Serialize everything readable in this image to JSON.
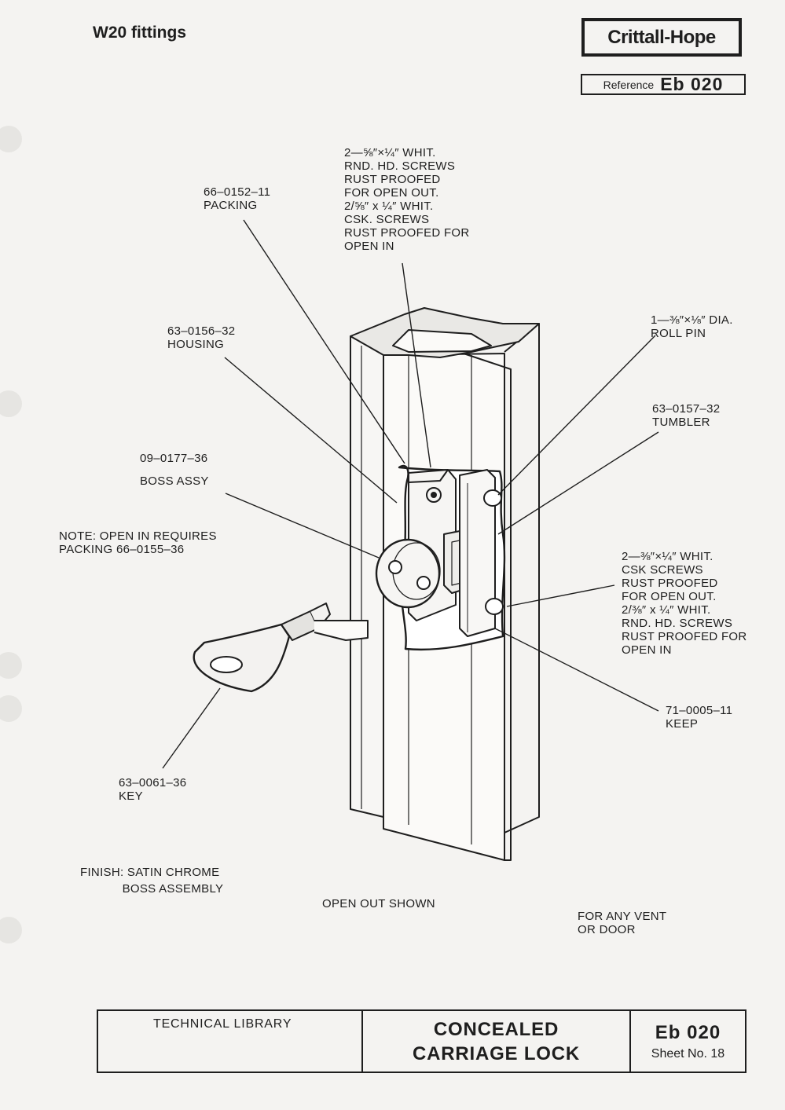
{
  "header": {
    "series_title": "W20 fittings",
    "brand": "Crittall-Hope",
    "reference_label": "Reference",
    "reference_code": "Eb 020"
  },
  "labels": {
    "screws_top": "2—⅝″×¼″ WHIT.\nRND. HD. SCREWS\nRUST PROOFED\nFOR OPEN OUT.\n2/⅝″ x ¼″ WHIT.\nCSK. SCREWS\nRUST PROOFED FOR\nOPEN IN",
    "packing": "66–0152–11\nPACKING",
    "roll_pin": "1—⅜″×⅛″ DIA.\nROLL PIN",
    "housing": "63–0156–32\nHOUSING",
    "tumbler": "63–0157–32\nTUMBLER",
    "boss_code": "09–0177–36",
    "boss_name": "BOSS ASSY",
    "note": "NOTE: OPEN IN REQUIRES\nPACKING 66–0155–36",
    "screws_right": "2—⅜″×¼″ WHIT.\nCSK SCREWS\nRUST PROOFED\nFOR OPEN OUT.\n2/⅜″ x ¼″ WHIT.\nRND. HD. SCREWS\nRUST PROOFED FOR\nOPEN IN",
    "keep": "71–0005–11\nKEEP",
    "key": "63–0061–36\nKEY",
    "finish": "FINISH: SATIN CHROME\n            BOSS ASSEMBLY",
    "open_out": "OPEN OUT SHOWN",
    "any_vent": "FOR ANY VENT\nOR DOOR"
  },
  "footer": {
    "library": "TECHNICAL LIBRARY",
    "title_line1": "CONCEALED",
    "title_line2": "CARRIAGE LOCK",
    "code": "Eb 020",
    "sheet": "Sheet No. 18"
  }
}
